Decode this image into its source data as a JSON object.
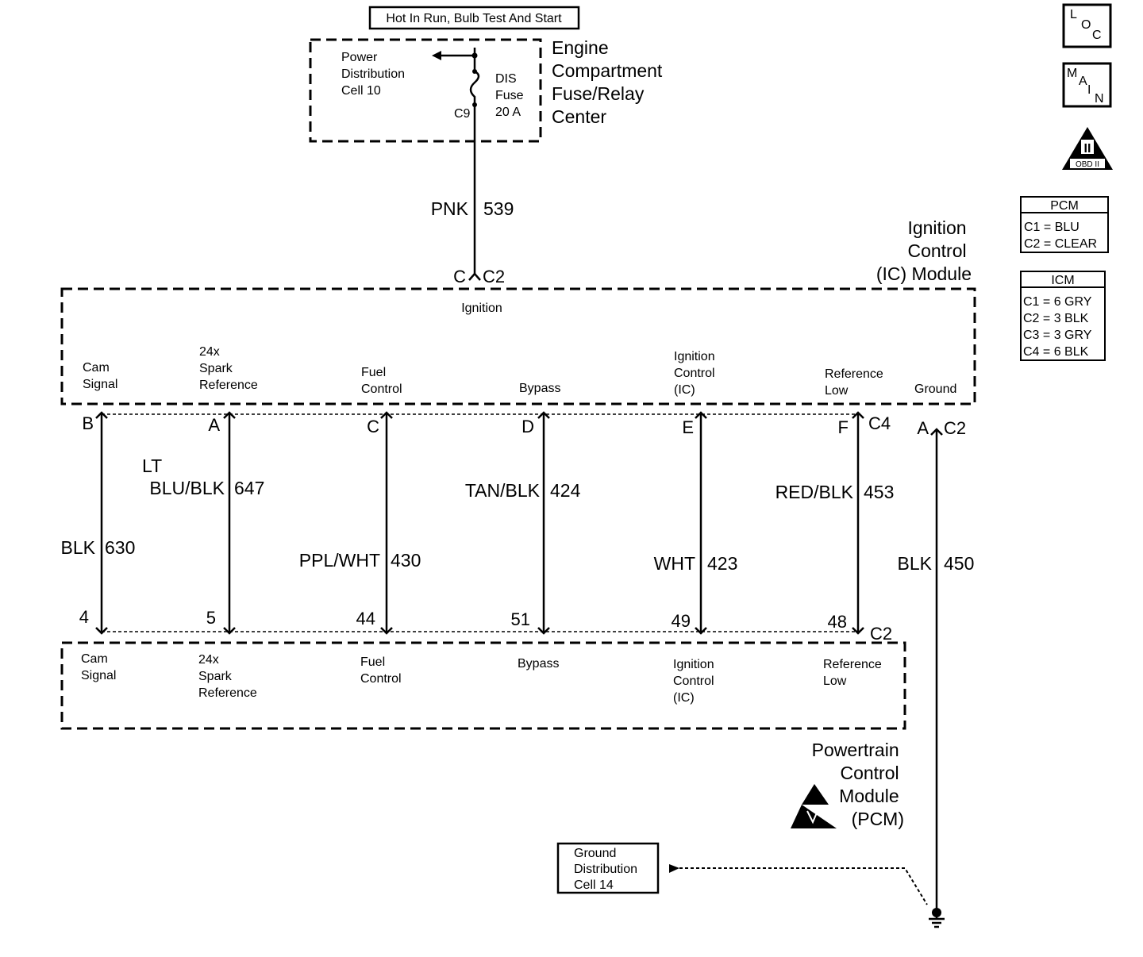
{
  "supply": {
    "header": "Hot In Run, Bulb Test And Start",
    "pdc": [
      "Power",
      "Distribution",
      "Cell 10"
    ],
    "fuse": [
      "DIS",
      "Fuse",
      "20 A"
    ],
    "fuse_connector": "C9",
    "center": [
      "Engine",
      "Compartment",
      "Fuse/Relay",
      "Center"
    ],
    "wire_color": "PNK",
    "wire_circuit": "539"
  },
  "icm": {
    "title": [
      "Ignition",
      "Control",
      "(IC) Module"
    ],
    "inner_label": "Ignition",
    "top_pin": "C",
    "top_conn": "C2",
    "pins": [
      {
        "label": [
          "Cam",
          "Signal"
        ],
        "pin": "B"
      },
      {
        "label": [
          "24x",
          "Spark",
          "Reference"
        ],
        "pin": "A"
      },
      {
        "label": [
          "Fuel",
          "Control"
        ],
        "pin": "C"
      },
      {
        "label": [
          "Bypass"
        ],
        "pin": "D"
      },
      {
        "label": [
          "Ignition",
          "Control",
          "(IC)"
        ],
        "pin": "E"
      },
      {
        "label": [
          "Reference",
          "Low"
        ],
        "pin": "F"
      }
    ],
    "pin_conn": "C4",
    "ground_label": "Ground",
    "ground_pin": "A",
    "ground_conn": "C2"
  },
  "wires": [
    {
      "color": "BLK",
      "circuit": "630",
      "pcm_pin": "4"
    },
    {
      "color_top": "LT",
      "color": "BLU/BLK",
      "circuit": "647",
      "pcm_pin": "5"
    },
    {
      "color": "PPL/WHT",
      "circuit": "430",
      "pcm_pin": "44"
    },
    {
      "color": "TAN/BLK",
      "circuit": "424",
      "pcm_pin": "51"
    },
    {
      "color": "WHT",
      "circuit": "423",
      "pcm_pin": "49"
    },
    {
      "color": "RED/BLK",
      "circuit": "453",
      "pcm_pin": "48"
    }
  ],
  "ground_wire": {
    "color": "BLK",
    "circuit": "450"
  },
  "pcm": {
    "conn": "C2",
    "labels": [
      [
        "Cam",
        "Signal"
      ],
      [
        "24x",
        "Spark",
        "Reference"
      ],
      [
        "Fuel",
        "Control"
      ],
      [
        "Bypass"
      ],
      [
        "Ignition",
        "Control",
        "(IC)"
      ],
      [
        "Reference",
        "Low"
      ]
    ],
    "title": [
      "Powertrain",
      "Control",
      "Module",
      "(PCM)"
    ]
  },
  "ground_dist": [
    "Ground",
    "Distribution",
    "Cell 14"
  ],
  "side": {
    "loc": [
      "L",
      "O",
      "C"
    ],
    "main": [
      "M",
      "A",
      "I",
      "N"
    ],
    "obd_numeral": "II",
    "obd_text": "OBD II",
    "pcm_table": {
      "title": "PCM",
      "rows": [
        "C1 = BLU",
        "C2 = CLEAR"
      ]
    },
    "icm_table": {
      "title": "ICM",
      "rows": [
        "C1 = 6 GRY",
        "C2 = 3 BLK",
        "C3 = 3 GRY",
        "C4 = 6 BLK"
      ]
    }
  }
}
